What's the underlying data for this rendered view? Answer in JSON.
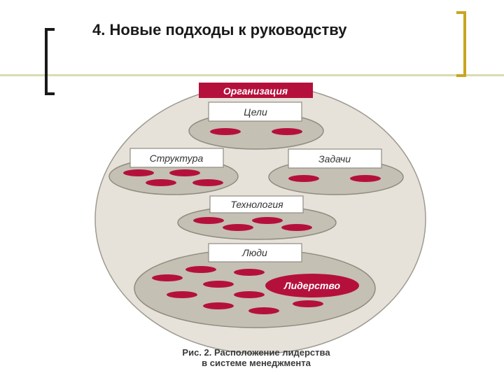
{
  "slide": {
    "title": "4. Новые подходы к руководству"
  },
  "diagram": {
    "organization_label": "Организация",
    "goals_label": "Цели",
    "structure_label": "Структура",
    "tasks_label": "Задачи",
    "technology_label": "Технология",
    "people_label": "Люди",
    "leadership_label": "Лидерство"
  },
  "caption": {
    "line1": "Рис. 2. Расположение лидерства",
    "line2": "в системе менеджмента"
  },
  "colors": {
    "accent_red": "#b5103c",
    "circle_fill": "#e6e2da",
    "ellipse_fill": "#c4c0b3",
    "bracket_gold": "#c9a520"
  }
}
